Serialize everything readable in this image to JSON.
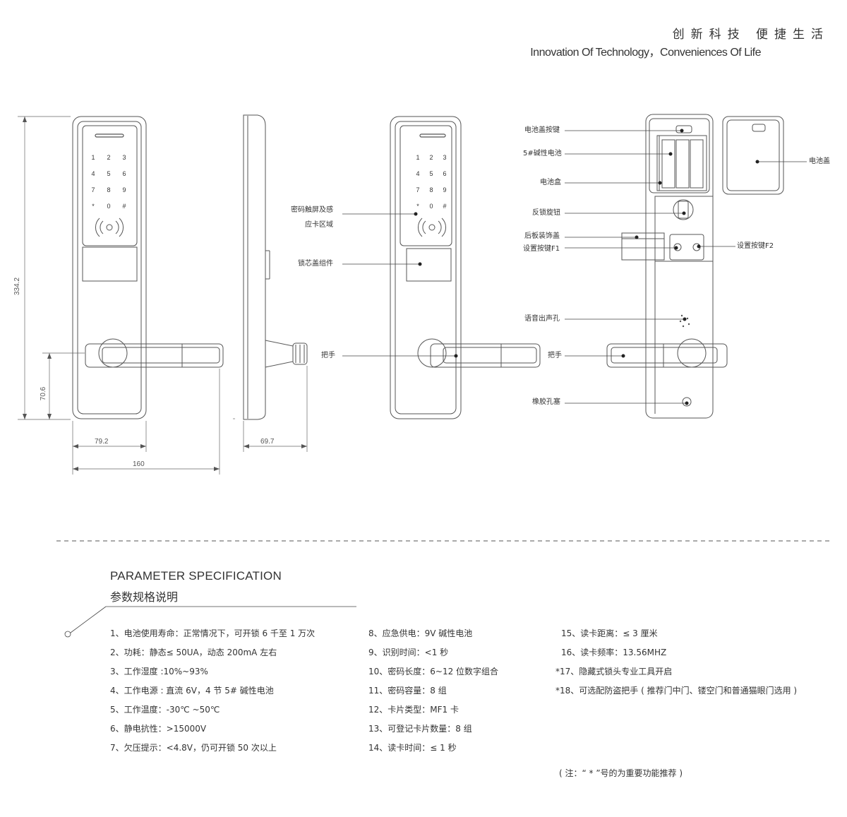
{
  "header": {
    "slogan_cn": "创新科技 便捷生活",
    "slogan_en": "Innovation Of Technology，Conveniences Of Life"
  },
  "keypad": {
    "keys": [
      "1",
      "2",
      "3",
      "4",
      "5",
      "6",
      "7",
      "8",
      "9",
      "*",
      "0",
      "#"
    ]
  },
  "dimensions": {
    "height": "334.2",
    "handle_height": "70.6",
    "handle_width": "79.2",
    "panel_width": "160",
    "depth": "69.7"
  },
  "callouts": {
    "touch_area_line1": "密码触屏及感",
    "touch_area_line2": "应卡区域",
    "lock_cover": "锁芯盖组件",
    "handle_front": "把手",
    "battery_button": "电池盖按键",
    "battery": "5#碱性电池",
    "battery_box": "电池盒",
    "anti_lock_knob": "反锁旋钮",
    "back_cover": "后板装饰盖",
    "setting_f1": "设置按键F1",
    "setting_f2": "设置按键F2",
    "speaker": "语音出声孔",
    "handle_back": "把手",
    "rubber_plug": "橡胶孔塞",
    "battery_cover": "电池盖"
  },
  "params": {
    "title_en": "PARAMETER SPECIFICATION",
    "title_cn": "参数规格说明",
    "col1": [
      "1、电池使用寿命：正常情况下，可开锁 6 千至 1 万次",
      "2、功耗：静态≤ 50UA，动态 200mA 左右",
      "3、工作湿度 :10%~93%",
      "4、工作电源 : 直流 6V，4 节 5# 碱性电池",
      "5、工作温度：-30℃ ~50℃",
      "6、静电抗性：>15000V",
      "7、欠压提示：<4.8V，仍可开锁 50 次以上"
    ],
    "col2": [
      "8、应急供电：9V 碱性电池",
      "9、识别时间：<1 秒",
      "10、密码长度：6~12 位数字组合",
      "11、密码容量：8 组",
      "12、卡片类型：MF1 卡",
      "13、可登记卡片数量：8 组",
      "14、读卡时间：≤ 1 秒"
    ],
    "col3": [
      "15、读卡距离：≤ 3 厘米",
      "16、读卡频率：13.56MHZ",
      "*17、隐藏式锁头专业工具开启",
      "*18、可选配防盗把手 ( 推荐门中门、镂空门和普通猫眼门选用 )"
    ],
    "note": "( 注：“ * ”号的为重要功能推荐 )"
  }
}
